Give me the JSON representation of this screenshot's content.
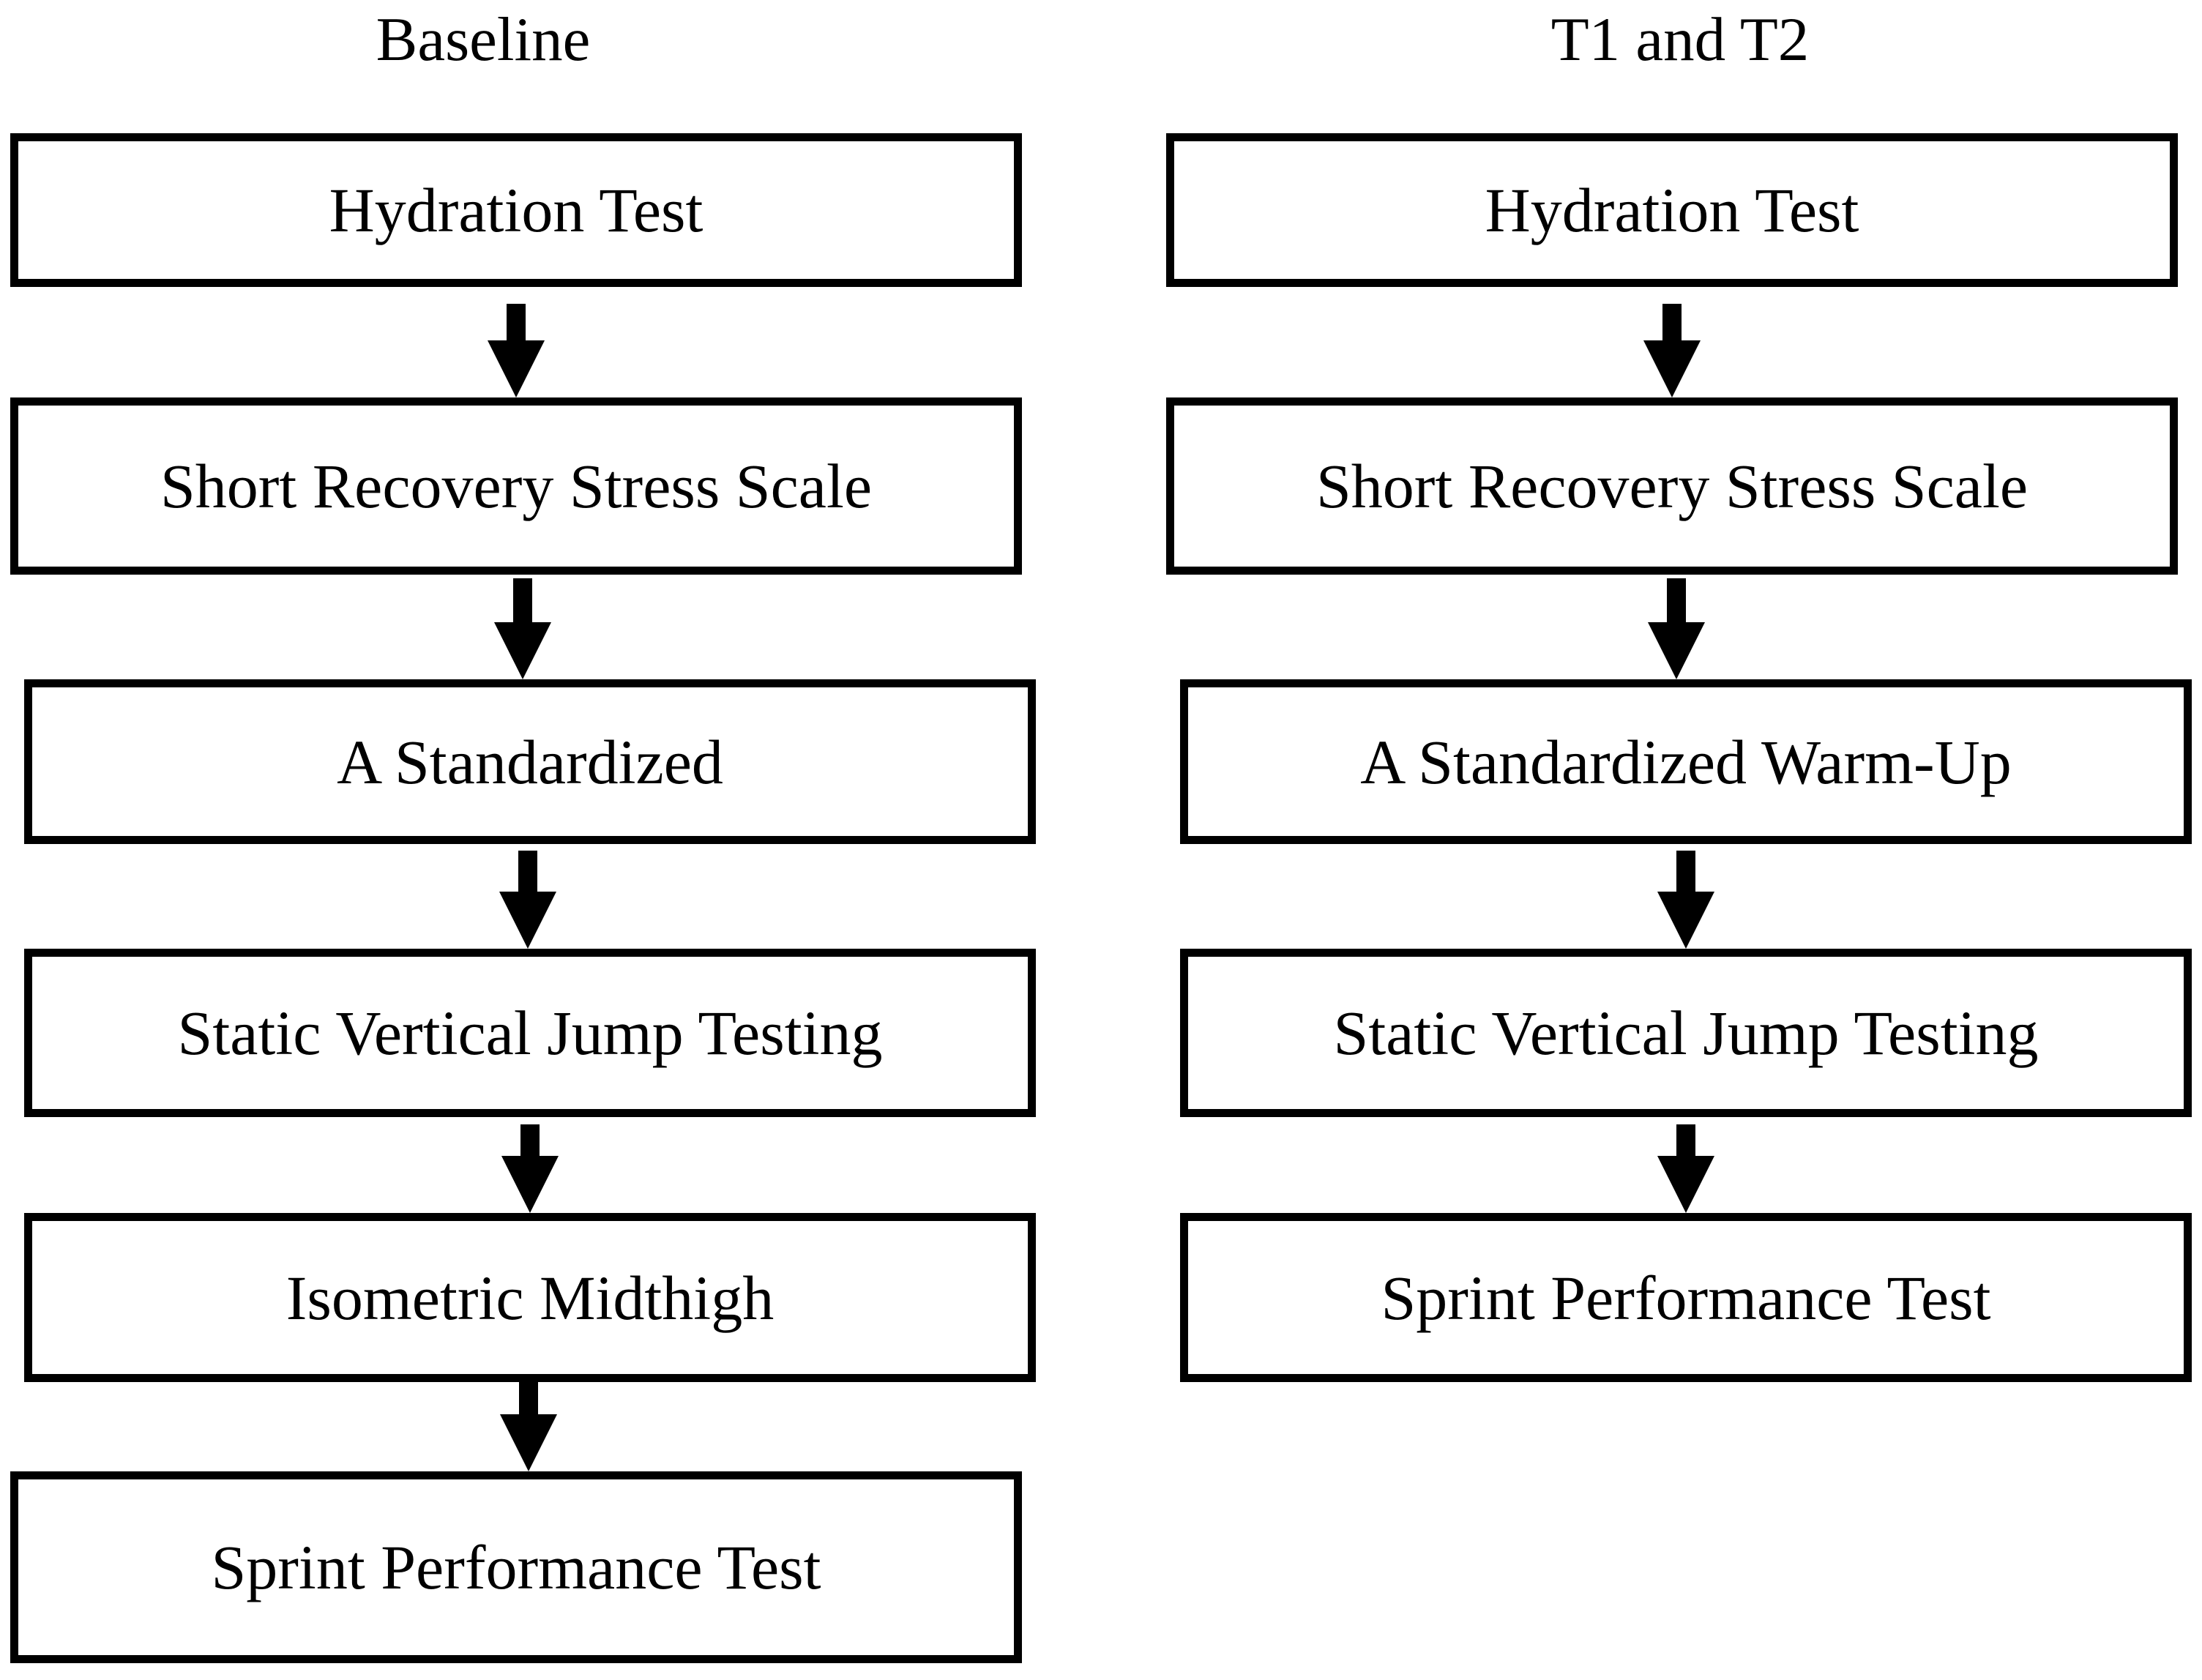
{
  "diagram": {
    "type": "flowchart",
    "direction": "top-down",
    "colors": {
      "background": "#ffffff",
      "box_border": "#000000",
      "box_fill": "#ffffff",
      "text": "#000000",
      "arrow": "#000000"
    },
    "columns": [
      {
        "id": "baseline",
        "title": "Baseline",
        "steps": [
          "Hydration Test",
          "Short Recovery Stress Scale",
          "A Standardized",
          "Static Vertical Jump Testing",
          "Isometric Midthigh",
          "Sprint Performance Test"
        ]
      },
      {
        "id": "t1_and_t2",
        "title": "T1 and T2",
        "steps": [
          "Hydration Test",
          "Short Recovery Stress Scale",
          "A Standardized Warm-Up",
          "Static Vertical Jump Testing",
          "Sprint Performance Test"
        ]
      }
    ]
  }
}
